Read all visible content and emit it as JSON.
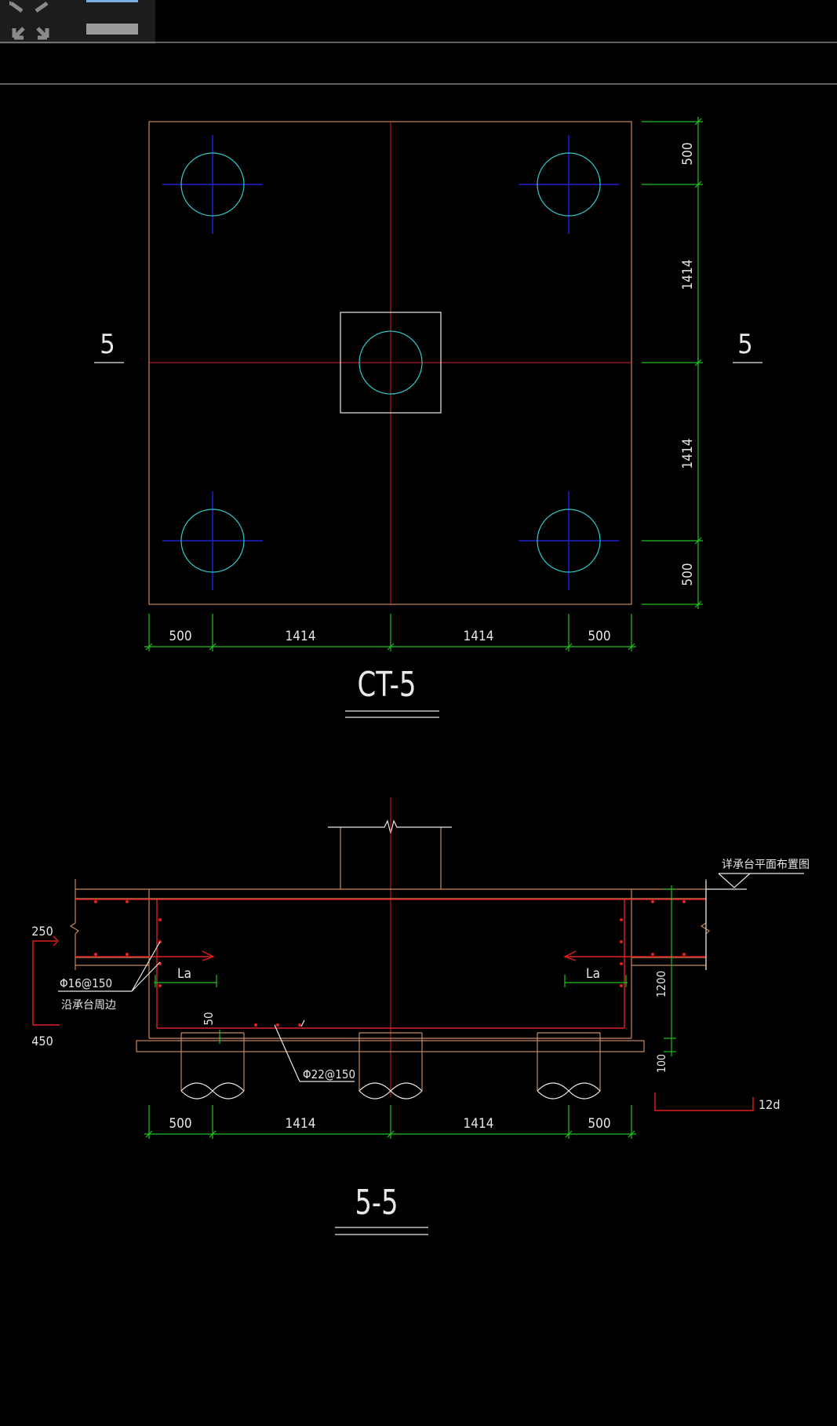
{
  "toolbar": {
    "fullscreen_icon": "expand-arrows-icon",
    "menu_icon": "menu-bars-icon"
  },
  "colors": {
    "background": "#000000",
    "outline": "#c8885a",
    "axis": "#d42020",
    "pile_circle": "#30c8c8",
    "pile_cross": "#2020d0",
    "dimension": "#20c020",
    "text": "#e8e8e8",
    "rebar": "#e02020"
  },
  "plan": {
    "section_mark_left": "5",
    "section_mark_right": "5",
    "title": "CT-5",
    "bottom_dims": [
      "500",
      "1414",
      "1414",
      "500"
    ],
    "right_dims": [
      "500",
      "1414",
      "1414",
      "500"
    ]
  },
  "section": {
    "title": "5-5",
    "bottom_dims": [
      "500",
      "1414",
      "1414",
      "500"
    ],
    "callout_ref": "详承台平面布置图",
    "dim_250": "250",
    "dim_450": "450",
    "rebar_side": "Φ16@150",
    "rebar_side_note": "沿承台周边",
    "la_left": "La",
    "la_right": "La",
    "dim_50": "50",
    "rebar_bottom": "Φ22@150",
    "dim_1200": "1200",
    "dim_100": "100",
    "hook_12d": "12d"
  }
}
